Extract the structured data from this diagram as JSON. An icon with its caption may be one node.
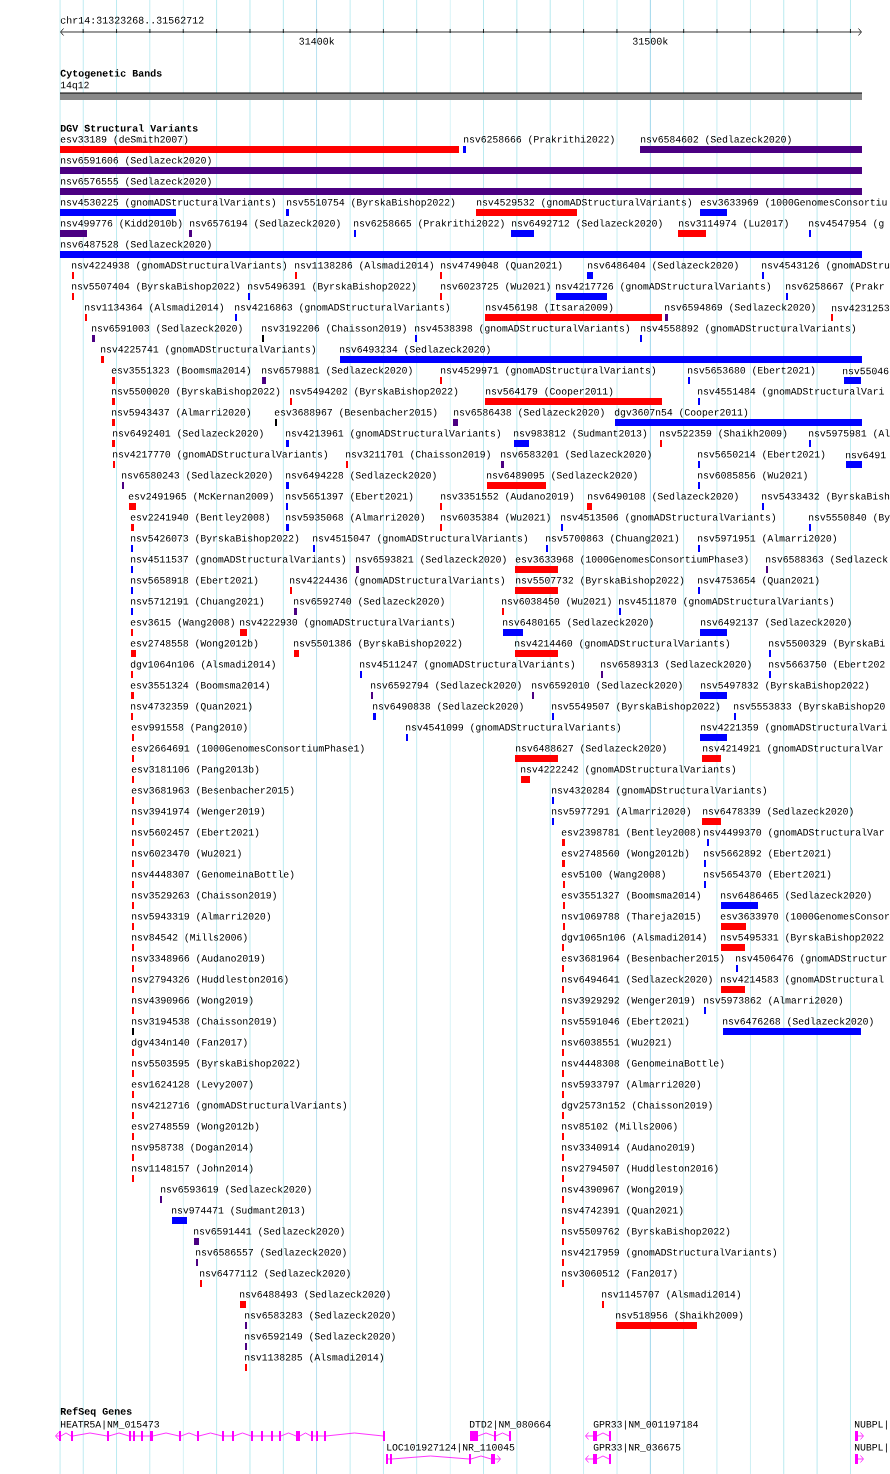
{
  "diagram": {
    "labels": [
      "chr14:31323268..31562712",
      "31400k",
      "31500k",
      "Cytogenetic Bands",
      "DGV Structural Variants",
      "RefSeq Genes"
    ],
    "nodes": [
      {
        "text": [
          "14q12"
        ]
      },
      {
        "text": [
          "esv33189 (deSmith2007)"
        ]
      },
      {
        "text": [
          "nsv6258666 (Prakrithi2022)"
        ]
      },
      {
        "text": [
          "nsv6584602 (Sedlazeck2020)"
        ]
      },
      {
        "text": [
          "nsv6591606 (Sedlazeck2020)"
        ]
      },
      {
        "text": [
          "nsv6576555 (Sedlazeck2020)"
        ]
      },
      {
        "text": [
          "nsv4530225 (gnomADStructuralVariants)"
        ]
      },
      {
        "text": [
          "nsv5510754 (ByrskaBishop2022)"
        ]
      },
      {
        "text": [
          "nsv4529532 (gnomADStructuralVariants)"
        ]
      },
      {
        "text": [
          "esv3633969 (1000GenomesConsortiu"
        ]
      },
      {
        "text": [
          "nsv499776 (Kidd2010b)"
        ]
      },
      {
        "text": [
          "nsv6576194 (Sedlazeck2020)"
        ]
      },
      {
        "text": [
          "nsv6258665 (Prakrithi2022)"
        ]
      },
      {
        "text": [
          "nsv6492712 (Sedlazeck2020)"
        ]
      },
      {
        "text": [
          "nsv3114974 (Lu2017)"
        ]
      },
      {
        "text": [
          "nsv4547954 (g"
        ]
      },
      {
        "text": [
          "nsv6487528 (Sedlazeck2020)"
        ]
      },
      {
        "text": [
          "nsv4224938 (gnomADStructuralVariants)"
        ]
      },
      {
        "text": [
          "nsv1138286 (Alsmadi2014)"
        ]
      },
      {
        "text": [
          "nsv4749048 (Quan2021)"
        ]
      },
      {
        "text": [
          "nsv6486404 (Sedlazeck2020)"
        ]
      },
      {
        "text": [
          "nsv4543126 (gnomADStru"
        ]
      },
      {
        "text": [
          "nsv5507404 (ByrskaBishop2022)"
        ]
      },
      {
        "text": [
          "nsv5496391 (ByrskaBishop2022)"
        ]
      },
      {
        "text": [
          "nsv6023725 (Wu2021)"
        ]
      },
      {
        "text": [
          "nsv4217726 (gnomADStructuralVariants)"
        ]
      },
      {
        "text": [
          "nsv6258667 (Prakr"
        ]
      },
      {
        "text": [
          "nsv1134364 (Alsmadi2014)"
        ]
      },
      {
        "text": [
          "nsv4216863 (gnomADStructuralVariants)"
        ]
      },
      {
        "text": [
          "nsv456198 (Itsara2009)"
        ]
      },
      {
        "text": [
          "nsv6594869 (Sedlazeck2020)"
        ]
      },
      {
        "text": [
          "nsv4231253"
        ]
      },
      {
        "text": [
          "nsv6591003 (Sedlazeck2020)"
        ]
      },
      {
        "text": [
          "nsv3192206 (Chaisson2019)"
        ]
      },
      {
        "text": [
          "nsv4538398 (gnomADStructuralVariants)"
        ]
      },
      {
        "text": [
          "nsv4558892 (gnomADStructuralVariants)"
        ]
      },
      {
        "text": [
          "nsv4225741 (gnomADStructuralVariants)"
        ]
      },
      {
        "text": [
          "nsv6493234 (Sedlazeck2020)"
        ]
      },
      {
        "text": [
          "esv3551323 (Boomsma2014)"
        ]
      },
      {
        "text": [
          "nsv6579881 (Sedlazeck2020)"
        ]
      },
      {
        "text": [
          "nsv4529971 (gnomADStructuralVariants)"
        ]
      },
      {
        "text": [
          "nsv5653680 (Ebert2021)"
        ]
      },
      {
        "text": [
          "nsv55046"
        ]
      },
      {
        "text": [
          "nsv5500020 (ByrskaBishop2022)"
        ]
      },
      {
        "text": [
          "nsv5494202 (ByrskaBishop2022)"
        ]
      },
      {
        "text": [
          "nsv564179 (Cooper2011)"
        ]
      },
      {
        "text": [
          "nsv4551484 (gnomADStructuralVari"
        ]
      },
      {
        "text": [
          "nsv5943437 (Almarri2020)"
        ]
      },
      {
        "text": [
          "esv3688967 (Besenbacher2015)"
        ]
      },
      {
        "text": [
          "nsv6586438 (Sedlazeck2020)"
        ]
      },
      {
        "text": [
          "dgv3607n54 (Cooper2011)"
        ]
      },
      {
        "text": [
          "nsv6492401 (Sedlazeck2020)"
        ]
      },
      {
        "text": [
          "nsv4213961 (gnomADStructuralVariants)"
        ]
      },
      {
        "text": [
          "nsv983812 (Sudmant2013)"
        ]
      },
      {
        "text": [
          "nsv522359 (Shaikh2009)"
        ]
      },
      {
        "text": [
          "nsv5975981 (Al"
        ]
      },
      {
        "text": [
          "nsv4217770 (gnomADStructuralVariants)"
        ]
      },
      {
        "text": [
          "nsv3211701 (Chaisson2019)"
        ]
      },
      {
        "text": [
          "nsv6583201 (Sedlazeck2020)"
        ]
      },
      {
        "text": [
          "nsv5650214 (Ebert2021)"
        ]
      },
      {
        "text": [
          "nsv6491"
        ]
      },
      {
        "text": [
          "nsv6580243 (Sedlazeck2020)"
        ]
      },
      {
        "text": [
          "nsv6494228 (Sedlazeck2020)"
        ]
      },
      {
        "text": [
          "nsv6489095 (Sedlazeck2020)"
        ]
      },
      {
        "text": [
          "nsv6085856 (Wu2021)"
        ]
      },
      {
        "text": [
          "esv2491965 (McKernan2009)"
        ]
      },
      {
        "text": [
          "nsv5651397 (Ebert2021)"
        ]
      },
      {
        "text": [
          "nsv3351552 (Audano2019)"
        ]
      },
      {
        "text": [
          "nsv6490108 (Sedlazeck2020)"
        ]
      },
      {
        "text": [
          "nsv5433432 (ByrskaBish"
        ]
      },
      {
        "text": [
          "esv2241940 (Bentley2008)"
        ]
      },
      {
        "text": [
          "nsv5935068 (Almarri2020)"
        ]
      },
      {
        "text": [
          "nsv6035384 (Wu2021)"
        ]
      },
      {
        "text": [
          "nsv4513506 (gnomADStructuralVariants)"
        ]
      },
      {
        "text": [
          "nsv5550840 (By"
        ]
      },
      {
        "text": [
          "nsv5426073 (ByrskaBishop2022)"
        ]
      },
      {
        "text": [
          "nsv4515047 (gnomADStructuralVariants)"
        ]
      },
      {
        "text": [
          "nsv5700863 (Chuang2021)"
        ]
      },
      {
        "text": [
          "nsv5971951 (Almarri2020)"
        ]
      },
      {
        "text": [
          "nsv4511537 (gnomADStructuralVariants)"
        ]
      },
      {
        "text": [
          "nsv6593821 (Sedlazeck2020)"
        ]
      },
      {
        "text": [
          "esv3633968 (1000GenomesConsortiumPhase3)"
        ]
      },
      {
        "text": [
          "nsv6588363 (Sedlazeck"
        ]
      },
      {
        "text": [
          "nsv5658918 (Ebert2021)"
        ]
      },
      {
        "text": [
          "nsv4224436 (gnomADStructuralVariants)"
        ]
      },
      {
        "text": [
          "nsv5507732 (ByrskaBishop2022)"
        ]
      },
      {
        "text": [
          "nsv4753654 (Quan2021)"
        ]
      },
      {
        "text": [
          "nsv5712191 (Chuang2021)"
        ]
      },
      {
        "text": [
          "nsv6592740 (Sedlazeck2020)"
        ]
      },
      {
        "text": [
          "nsv6038450 (Wu2021)"
        ]
      },
      {
        "text": [
          "nsv4511870 (gnomADStructuralVariants)"
        ]
      },
      {
        "text": [
          "esv3615 (Wang2008)"
        ]
      },
      {
        "text": [
          "nsv4222930 (gnomADStructuralVariants)"
        ]
      },
      {
        "text": [
          "nsv6480165 (Sedlazeck2020)"
        ]
      },
      {
        "text": [
          "nsv6492137 (Sedlazeck2020)"
        ]
      },
      {
        "text": [
          "esv2748558 (Wong2012b)"
        ]
      },
      {
        "text": [
          "nsv5501386 (ByrskaBishop2022)"
        ]
      },
      {
        "text": [
          "nsv4214460 (gnomADStructuralVariants)"
        ]
      },
      {
        "text": [
          "nsv5500329 (ByrskaBi"
        ]
      },
      {
        "text": [
          "dgv1064n106 (Alsmadi2014)"
        ]
      },
      {
        "text": [
          "nsv4511247 (gnomADStructuralVariants)"
        ]
      },
      {
        "text": [
          "nsv6589313 (Sedlazeck2020)"
        ]
      },
      {
        "text": [
          "nsv5663750 (Ebert202"
        ]
      },
      {
        "text": [
          "esv3551324 (Boomsma2014)"
        ]
      },
      {
        "text": [
          "nsv6592794 (Sedlazeck2020)"
        ]
      },
      {
        "text": [
          "nsv6592010 (Sedlazeck2020)"
        ]
      },
      {
        "text": [
          "nsv5497832 (ByrskaBishop2022)"
        ]
      },
      {
        "text": [
          "nsv4732359 (Quan2021)"
        ]
      },
      {
        "text": [
          "nsv6490838 (Sedlazeck2020)"
        ]
      },
      {
        "text": [
          "nsv5549507 (ByrskaBishop2022)"
        ]
      },
      {
        "text": [
          "nsv5553833 (ByrskaBishop20"
        ]
      },
      {
        "text": [
          "esv991558 (Pang2010)"
        ]
      },
      {
        "text": [
          "nsv4541099 (gnomADStructuralVariants)"
        ]
      },
      {
        "text": [
          "nsv4221359 (gnomADStructuralVari"
        ]
      },
      {
        "text": [
          "esv2664691 (1000GenomesConsortiumPhase1)"
        ]
      },
      {
        "text": [
          "nsv6488627 (Sedlazeck2020)"
        ]
      },
      {
        "text": [
          "nsv4214921 (gnomADStructuralVar"
        ]
      },
      {
        "text": [
          "esv3181106 (Pang2013b)"
        ]
      },
      {
        "text": [
          "nsv4222242 (gnomADStructuralVariants)"
        ]
      },
      {
        "text": [
          "esv3681963 (Besenbacher2015)"
        ]
      },
      {
        "text": [
          "nsv4320284 (gnomADStructuralVariants)"
        ]
      },
      {
        "text": [
          "nsv3941974 (Wenger2019)"
        ]
      },
      {
        "text": [
          "nsv5977291 (Almarri2020)"
        ]
      },
      {
        "text": [
          "nsv6478339 (Sedlazeck2020)"
        ]
      },
      {
        "text": [
          "nsv5602457 (Ebert2021)"
        ]
      },
      {
        "text": [
          "esv2398781 (Bentley2008)"
        ]
      },
      {
        "text": [
          "nsv4499370 (gnomADStructuralVar"
        ]
      },
      {
        "text": [
          "nsv6023470 (Wu2021)"
        ]
      },
      {
        "text": [
          "esv2748560 (Wong2012b)"
        ]
      },
      {
        "text": [
          "nsv5662892 (Ebert2021)"
        ]
      },
      {
        "text": [
          "nsv4448307 (GenomeinaBottle)"
        ]
      },
      {
        "text": [
          "esv5100 (Wang2008)"
        ]
      },
      {
        "text": [
          "nsv5654370 (Ebert2021)"
        ]
      },
      {
        "text": [
          "nsv3529263 (Chaisson2019)"
        ]
      },
      {
        "text": [
          "esv3551327 (Boomsma2014)"
        ]
      },
      {
        "text": [
          "nsv6486465 (Sedlazeck2020)"
        ]
      },
      {
        "text": [
          "nsv5943319 (Almarri2020)"
        ]
      },
      {
        "text": [
          "nsv1069788 (Thareja2015)"
        ]
      },
      {
        "text": [
          "esv3633970 (1000GenomesConsor"
        ]
      },
      {
        "text": [
          "nsv84542 (Mills2006)"
        ]
      },
      {
        "text": [
          "dgv1065n106 (Alsmadi2014)"
        ]
      },
      {
        "text": [
          "nsv5495331 (ByrskaBishop2022"
        ]
      },
      {
        "text": [
          "nsv3348966 (Audano2019)"
        ]
      },
      {
        "text": [
          "esv3681964 (Besenbacher2015)"
        ]
      },
      {
        "text": [
          "nsv4506476 (gnomADStructur"
        ]
      },
      {
        "text": [
          "nsv2794326 (Huddleston2016)"
        ]
      },
      {
        "text": [
          "nsv6494641 (Sedlazeck2020)"
        ]
      },
      {
        "text": [
          "nsv4214583 (gnomADStructural"
        ]
      },
      {
        "text": [
          "nsv4390966 (Wong2019)"
        ]
      },
      {
        "text": [
          "nsv3929292 (Wenger2019)"
        ]
      },
      {
        "text": [
          "nsv5973862 (Almarri2020)"
        ]
      },
      {
        "text": [
          "nsv3194538 (Chaisson2019)"
        ]
      },
      {
        "text": [
          "nsv5591046 (Ebert2021)"
        ]
      },
      {
        "text": [
          "nsv6476268 (Sedlazeck2020)"
        ]
      },
      {
        "text": [
          "dgv434n140 (Fan2017)"
        ]
      },
      {
        "text": [
          "nsv6038551 (Wu2021)"
        ]
      },
      {
        "text": [
          "nsv5503595 (ByrskaBishop2022)"
        ]
      },
      {
        "text": [
          "nsv4448308 (GenomeinaBottle)"
        ]
      },
      {
        "text": [
          "esv1624128 (Levy2007)"
        ]
      },
      {
        "text": [
          "nsv5933797 (Almarri2020)"
        ]
      },
      {
        "text": [
          "nsv4212716 (gnomADStructuralVariants)"
        ]
      },
      {
        "text": [
          "dgv2573n152 (Chaisson2019)"
        ]
      },
      {
        "text": [
          "esv2748559 (Wong2012b)"
        ]
      },
      {
        "text": [
          "nsv85102 (Mills2006)"
        ]
      },
      {
        "text": [
          "nsv958738 (Dogan2014)"
        ]
      },
      {
        "text": [
          "nsv3340914 (Audano2019)"
        ]
      },
      {
        "text": [
          "nsv1148157 (John2014)"
        ]
      },
      {
        "text": [
          "nsv2794507 (Huddleston2016)"
        ]
      },
      {
        "text": [
          "nsv6593619 (Sedlazeck2020)"
        ]
      },
      {
        "text": [
          "nsv4390967 (Wong2019)"
        ]
      },
      {
        "text": [
          "nsv974471 (Sudmant2013)"
        ]
      },
      {
        "text": [
          "nsv4742391 (Quan2021)"
        ]
      },
      {
        "text": [
          "nsv6591441 (Sedlazeck2020)"
        ]
      },
      {
        "text": [
          "nsv5509762 (ByrskaBishop2022)"
        ]
      },
      {
        "text": [
          "nsv6586557 (Sedlazeck2020)"
        ]
      },
      {
        "text": [
          "nsv4217959 (gnomADStructuralVariants)"
        ]
      },
      {
        "text": [
          "nsv6477112 (Sedlazeck2020)"
        ]
      },
      {
        "text": [
          "nsv3060512 (Fan2017)"
        ]
      },
      {
        "text": [
          "nsv6488493 (Sedlazeck2020)"
        ]
      },
      {
        "text": [
          "nsv1145707 (Alsmadi2014)"
        ]
      },
      {
        "text": [
          "nsv6583283 (Sedlazeck2020)"
        ]
      },
      {
        "text": [
          "nsv518956 (Shaikh2009)"
        ]
      },
      {
        "text": [
          "nsv6592149 (Sedlazeck2020)"
        ]
      },
      {
        "text": [
          "nsv1138285 (Alsmadi2014)"
        ]
      },
      {
        "text": [
          "HEATR5A|NM_015473"
        ]
      },
      {
        "text": [
          "DTD2|NM_080664"
        ]
      },
      {
        "text": [
          "GPR33|NM_001197184"
        ]
      },
      {
        "text": [
          "NUBPL|"
        ]
      },
      {
        "text": [
          "LOC101927124|NR_110045"
        ]
      },
      {
        "text": [
          "GPR33|NR_036675"
        ]
      },
      {
        "text": [
          "NUBPL|"
        ]
      }
    ]
  }
}
